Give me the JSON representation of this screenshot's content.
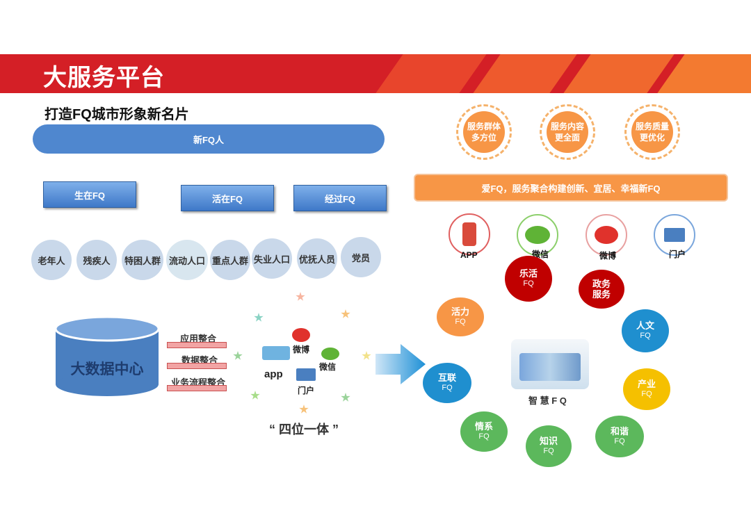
{
  "header": {
    "title": "大服务平台",
    "subtitle": "打造FQ城市形象新名片"
  },
  "left": {
    "new_fq": "新FQ人",
    "categories": [
      "生在FQ",
      "活在FQ",
      "经过FQ"
    ],
    "populations": [
      "老年人",
      "残疾人",
      "特困人群",
      "流动人口",
      "重点人群",
      "失业人口",
      "优抚人员",
      "党员"
    ],
    "big_data": "大数据中心",
    "integrations": [
      "应用整合",
      "数据整合",
      "业务流程整合"
    ],
    "channels_mid": {
      "weibo": "微博",
      "app": "app",
      "wechat": "微信",
      "portal": "门户"
    },
    "unity": "“ 四位一体 ”"
  },
  "right": {
    "quality": [
      "服务群体 多方位",
      "服务内容 更全面",
      "服务质量 更优化"
    ],
    "banner": "爱FQ，服务聚合构建创新、宜居、幸福新FQ",
    "channels": [
      "APP",
      "微信",
      "微博",
      "门户"
    ],
    "center": "智 慧 F Q",
    "nodes": [
      {
        "l1": "乐活",
        "l2": "FQ",
        "color": "#c00000"
      },
      {
        "l1": "政务",
        "l2": "服务",
        "color": "#c00000"
      },
      {
        "l1": "活力",
        "l2": "FQ",
        "color": "#f79646"
      },
      {
        "l1": "人文",
        "l2": "FQ",
        "color": "#1f8fcf"
      },
      {
        "l1": "互联",
        "l2": "FQ",
        "color": "#1f8fcf"
      },
      {
        "l1": "产业",
        "l2": "FQ",
        "color": "#f5c000"
      },
      {
        "l1": "情系",
        "l2": "FQ",
        "color": "#5cb85c"
      },
      {
        "l1": "知识",
        "l2": "FQ",
        "color": "#5cb85c"
      },
      {
        "l1": "和谐",
        "l2": "FQ",
        "color": "#5cb85c"
      }
    ]
  }
}
